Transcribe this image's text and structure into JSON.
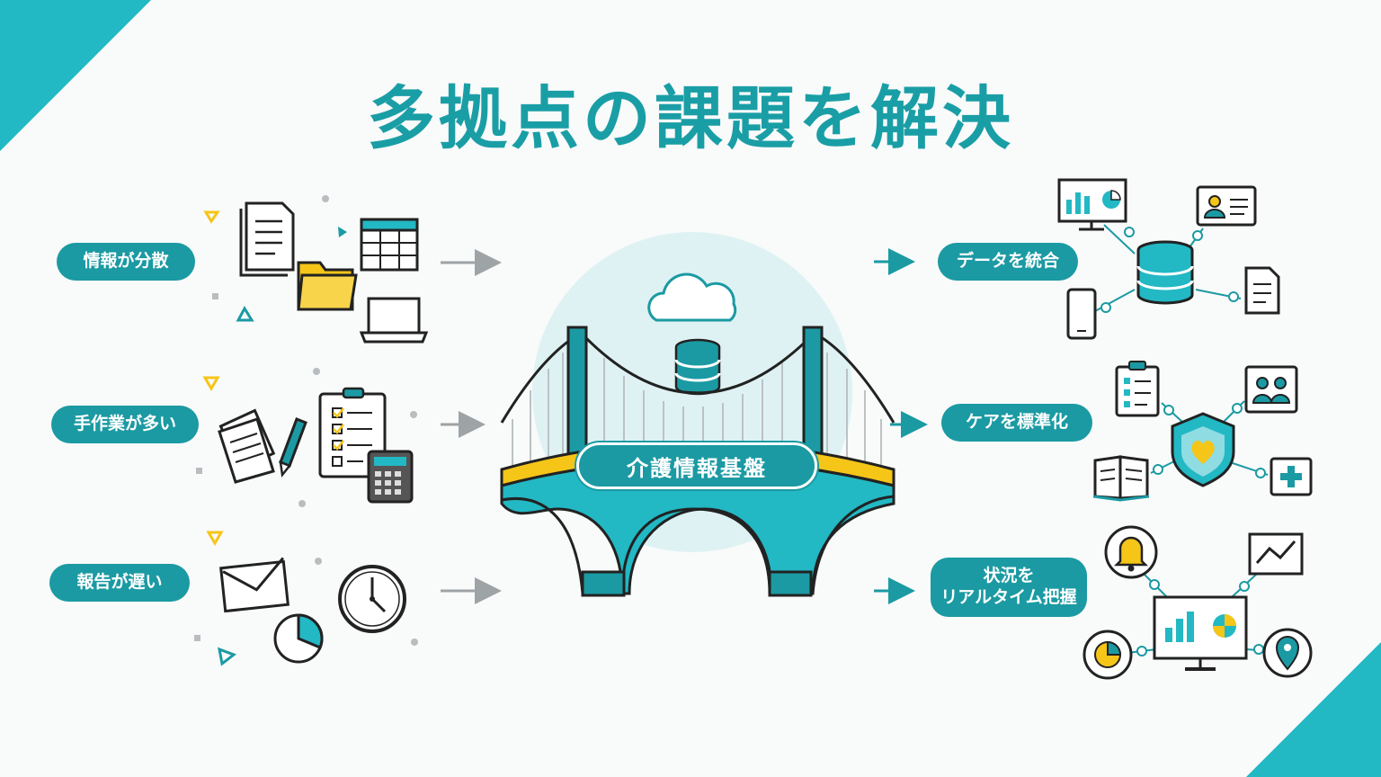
{
  "title": "多拠点の課題を解決",
  "challenges": [
    {
      "label": "情報が分散"
    },
    {
      "label": "手作業が多い"
    },
    {
      "label": "報告が遅い"
    }
  ],
  "platform": {
    "label": "介護情報基盤"
  },
  "solutions": [
    {
      "label": "データを統合"
    },
    {
      "label": "ケアを標準化"
    },
    {
      "line1": "状況を",
      "line2": "リアルタイム把握"
    }
  ],
  "colors": {
    "accent": "#1b9aa3",
    "highlight": "#f5c518",
    "arrow_gray": "#9ea3a6",
    "outline": "#222222"
  }
}
